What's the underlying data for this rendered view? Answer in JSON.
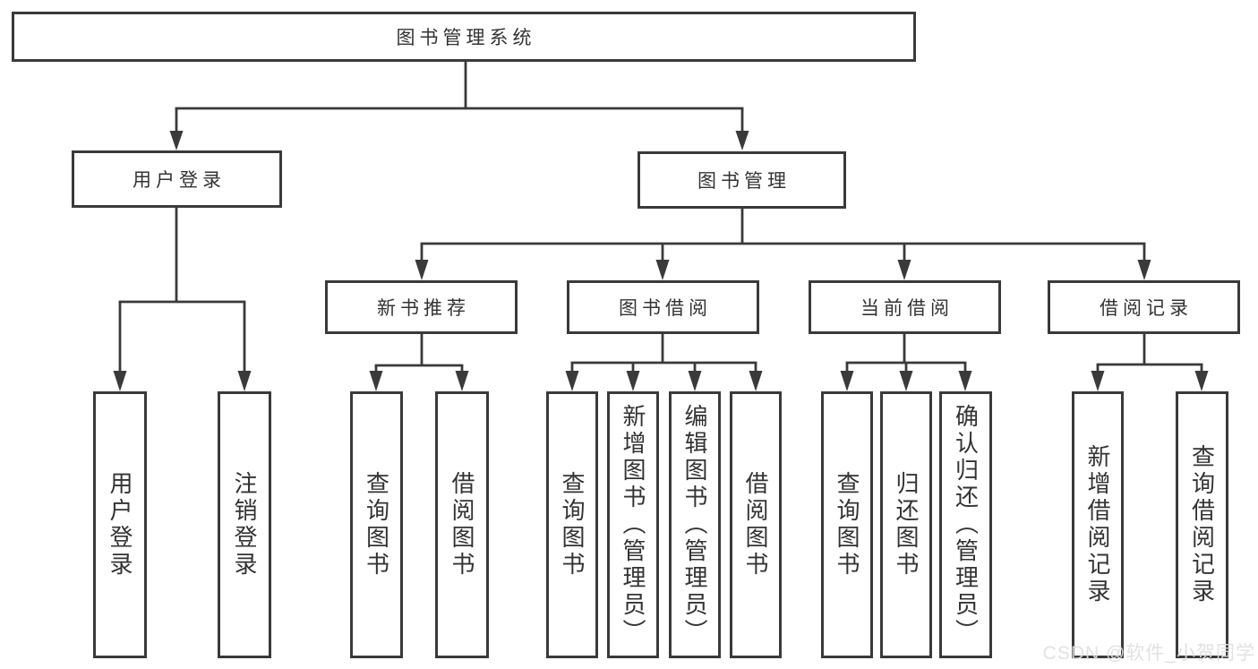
{
  "diagram": {
    "title_note": "functional structure tree",
    "root": {
      "label": "图书管理系统"
    },
    "branches": [
      {
        "label": "用户登录",
        "children": [
          {
            "label": "用户登录"
          },
          {
            "label": "注销登录"
          }
        ]
      },
      {
        "label": "图书管理",
        "groups": [
          {
            "label": "新书推荐",
            "children": [
              {
                "label": "查询图书"
              },
              {
                "label": "借阅图书"
              }
            ]
          },
          {
            "label": "图书借阅",
            "children": [
              {
                "label": "查询图书"
              },
              {
                "label": "新增图书（管理员）"
              },
              {
                "label": "编辑图书（管理员）"
              },
              {
                "label": "借阅图书"
              }
            ]
          },
          {
            "label": "当前借阅",
            "children": [
              {
                "label": "查询图书"
              },
              {
                "label": "归还图书"
              },
              {
                "label": "确认归还（管理员）"
              }
            ]
          },
          {
            "label": "借阅记录",
            "children": [
              {
                "label": "新增借阅记录"
              },
              {
                "label": "查询借阅记录"
              }
            ]
          }
        ]
      }
    ]
  },
  "watermark": {
    "text": "CSDN @软件_小贺同学"
  },
  "colors": {
    "line": "#3a3a3a",
    "text": "#333333",
    "background": "#ffffff",
    "watermark": "#e0e0e0"
  }
}
